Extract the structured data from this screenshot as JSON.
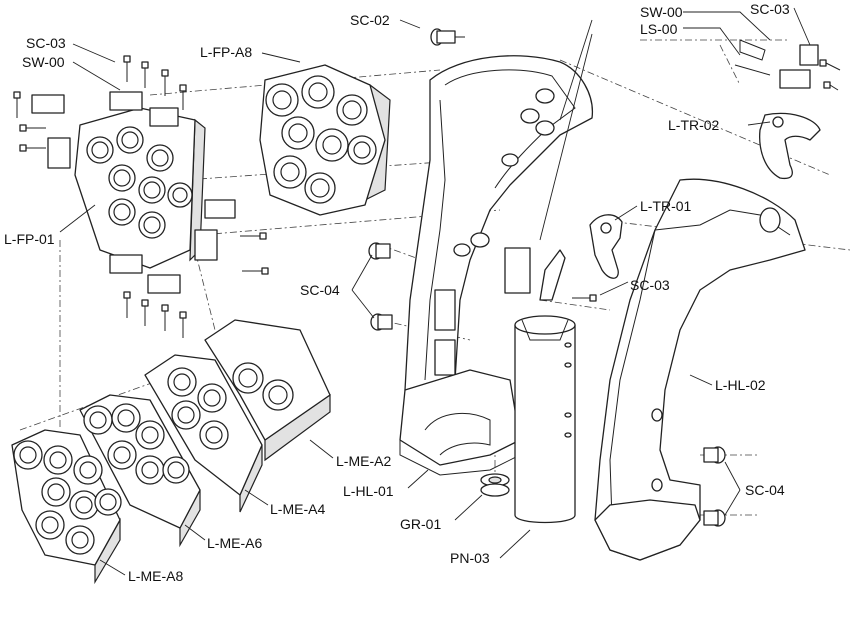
{
  "diagram": {
    "labels": {
      "sc02": "SC-02",
      "sw00_top": "SW-00",
      "ls00": "LS-00",
      "sc03_top": "SC-03",
      "sc03_left": "SC-03",
      "sw00_left": "SW-00",
      "lfpa8": "L-FP-A8",
      "ltr02": "L-TR-02",
      "ltr01": "L-TR-01",
      "lfp01": "L-FP-01",
      "sc04_mid": "SC-04",
      "sc03_mid": "SC-03",
      "lhl02": "L-HL-02",
      "lmea2": "L-ME-A2",
      "lhl01": "L-HL-01",
      "sc04_right": "SC-04",
      "lmea4": "L-ME-A4",
      "gr01": "GR-01",
      "lmea6": "L-ME-A6",
      "pn03": "PN-03",
      "lmea8": "L-ME-A8"
    }
  }
}
